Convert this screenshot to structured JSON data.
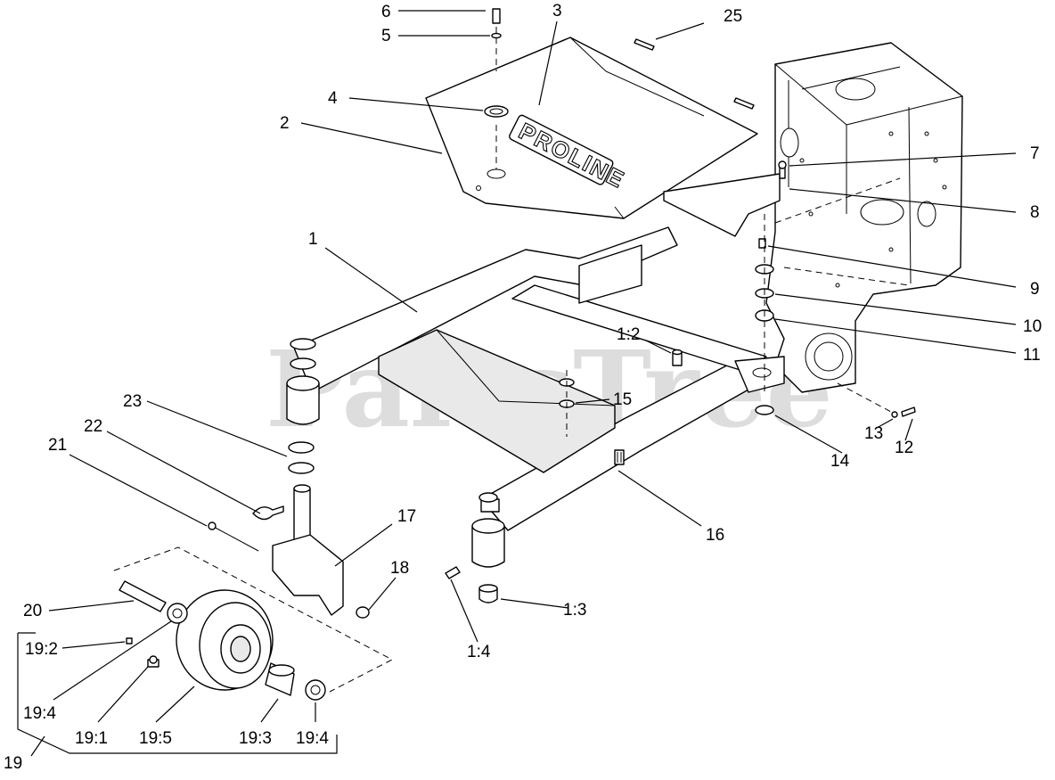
{
  "diagram": {
    "watermark": "PartsTree",
    "brand_plate": "PROLINE",
    "callouts": [
      {
        "id": "c1",
        "text": "1"
      },
      {
        "id": "c1-2",
        "text": "1:2"
      },
      {
        "id": "c1-3",
        "text": "1:3"
      },
      {
        "id": "c1-4",
        "text": "1:4"
      },
      {
        "id": "c2",
        "text": "2"
      },
      {
        "id": "c3",
        "text": "3"
      },
      {
        "id": "c4",
        "text": "4"
      },
      {
        "id": "c5",
        "text": "5"
      },
      {
        "id": "c6",
        "text": "6"
      },
      {
        "id": "c7",
        "text": "7"
      },
      {
        "id": "c8",
        "text": "8"
      },
      {
        "id": "c9",
        "text": "9"
      },
      {
        "id": "c10",
        "text": "10"
      },
      {
        "id": "c11",
        "text": "11"
      },
      {
        "id": "c12",
        "text": "12"
      },
      {
        "id": "c13",
        "text": "13"
      },
      {
        "id": "c14",
        "text": "14"
      },
      {
        "id": "c15",
        "text": "15"
      },
      {
        "id": "c16",
        "text": "16"
      },
      {
        "id": "c17",
        "text": "17"
      },
      {
        "id": "c18",
        "text": "18"
      },
      {
        "id": "c19",
        "text": "19"
      },
      {
        "id": "c19-1",
        "text": "19:1"
      },
      {
        "id": "c19-2",
        "text": "19:2"
      },
      {
        "id": "c19-3",
        "text": "19:3"
      },
      {
        "id": "c19-4a",
        "text": "19:4"
      },
      {
        "id": "c19-4b",
        "text": "19:4"
      },
      {
        "id": "c19-5",
        "text": "19:5"
      },
      {
        "id": "c20",
        "text": "20"
      },
      {
        "id": "c21",
        "text": "21"
      },
      {
        "id": "c22",
        "text": "22"
      },
      {
        "id": "c23",
        "text": "23"
      },
      {
        "id": "c25",
        "text": "25"
      }
    ]
  }
}
